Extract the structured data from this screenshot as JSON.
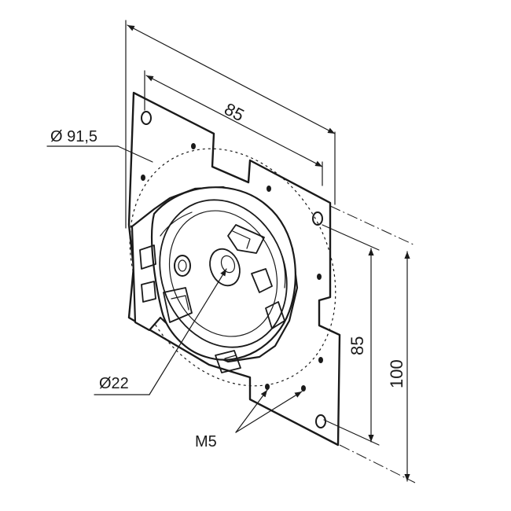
{
  "drawing": {
    "labels": {
      "width_top": "85",
      "pitch_circle": "Ø 91,5",
      "shaft": "Ø22",
      "height_inner": "85",
      "height_outer": "100",
      "thread": "M5"
    },
    "colors": {
      "line": "#1a1a1a",
      "background": "#ffffff"
    }
  }
}
